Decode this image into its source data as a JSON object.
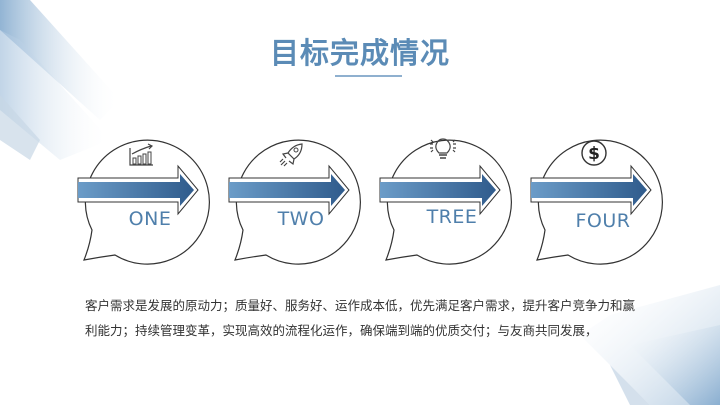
{
  "slide": {
    "title": "目标完成情况",
    "colors": {
      "accent": "#5b8bb6",
      "arrow_dark": "#2f5b8c",
      "arrow_light": "#6b9cc8",
      "outline": "#333333",
      "text": "#333333"
    },
    "items": [
      {
        "label": "ONE",
        "icon": "bar-chart-growth-icon"
      },
      {
        "label": "TWO",
        "icon": "rocket-icon"
      },
      {
        "label": "TREE",
        "icon": "lightbulb-icon"
      },
      {
        "label": "FOUR",
        "icon": "dollar-coin-icon"
      }
    ],
    "description": "客户需求是发展的原动力；质量好、服务好、运作成本低，优先满足客户需求，提升客户竞争力和赢利能力；持续管理变革，实现高效的流程化运作，确保端到端的优质交付；与友商共同发展，"
  }
}
